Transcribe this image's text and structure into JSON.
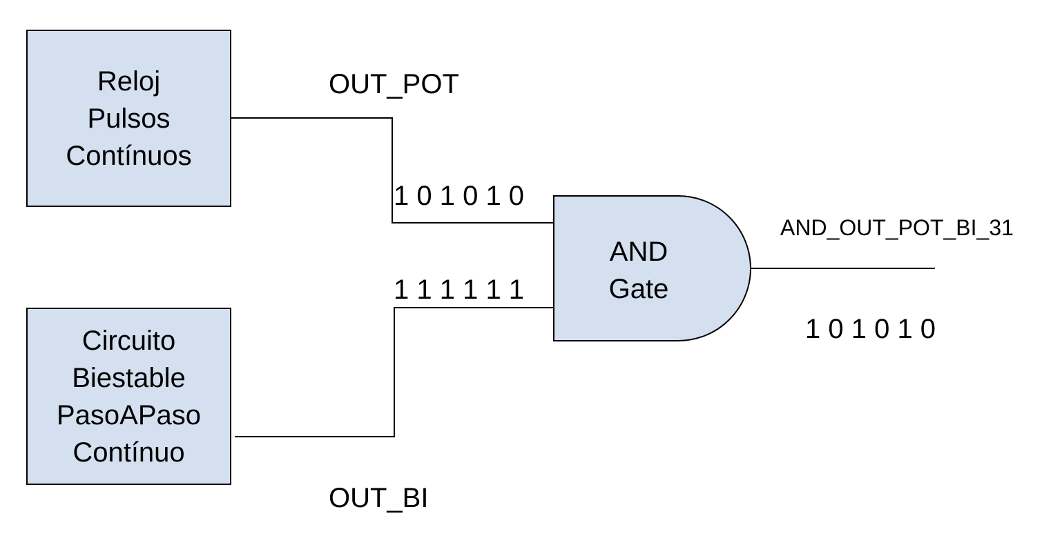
{
  "colors": {
    "block_fill": "#d4e0ef",
    "stroke": "#000000",
    "background": "#ffffff"
  },
  "blocks": {
    "clock": {
      "lines": [
        "Reloj",
        "Pulsos",
        "Contínuos"
      ]
    },
    "bistable": {
      "lines": [
        "Circuito",
        "Biestable",
        "PasoAPaso",
        "Contínuo"
      ]
    }
  },
  "signals": {
    "out_pot": "OUT_POT",
    "out_bi": "OUT_BI",
    "and_out": "AND_OUT_POT_BI_31"
  },
  "bits": {
    "input_1": "1 0 1 0 1 0",
    "input_2": "1 1 1 1 1 1",
    "output": "1 0 1 0 1 0"
  },
  "gate": {
    "lines": [
      "AND",
      "Gate"
    ]
  }
}
